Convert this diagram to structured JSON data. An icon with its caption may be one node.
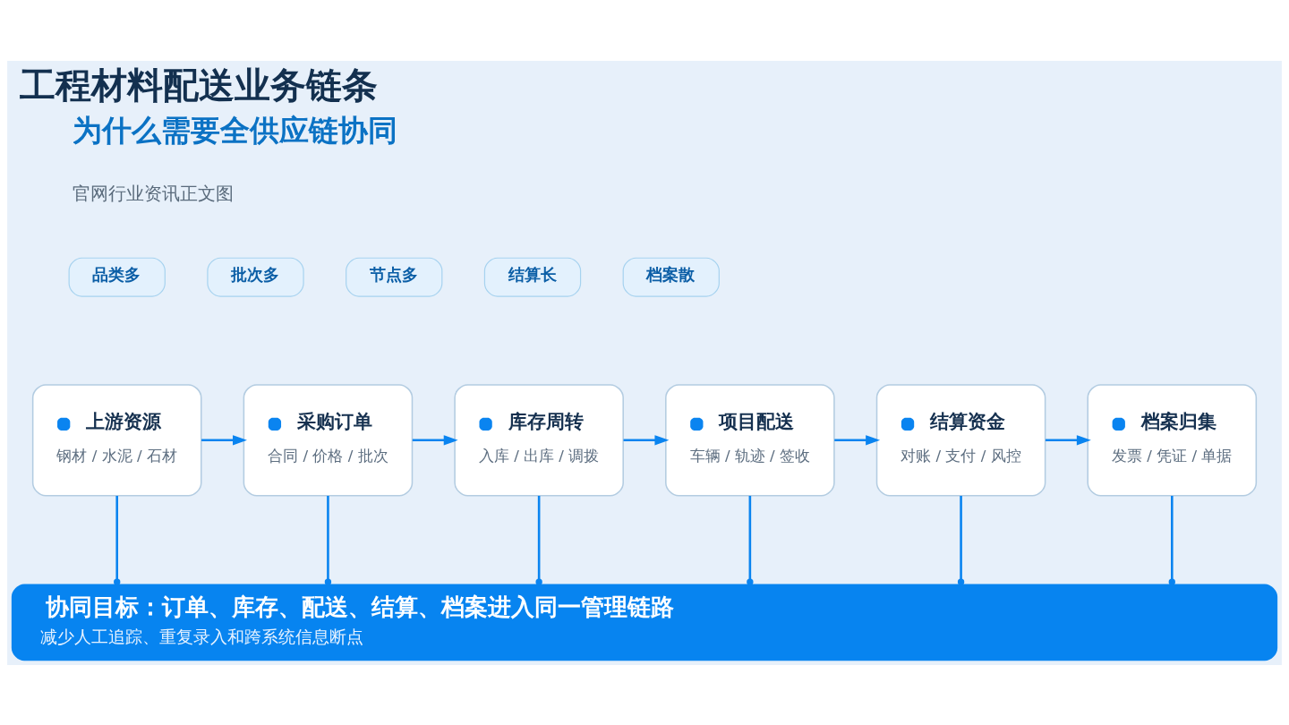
{
  "diagram": {
    "title": "工程材料配送业务链条",
    "nodes": [
      {
        "text": [
          "品类多"
        ]
      },
      {
        "text": [
          "批次多"
        ]
      },
      {
        "text": [
          "节点多"
        ]
      },
      {
        "text": [
          "结算长"
        ]
      },
      {
        "text": [
          "档案散"
        ]
      },
      {
        "text": [
          "上游资源",
          "钢材 / 水泥 / 石材"
        ]
      },
      {
        "text": [
          "采购订单",
          "合同 / 价格 / 批次"
        ]
      },
      {
        "text": [
          "库存周转",
          "入库 / 出库 / 调拨"
        ]
      },
      {
        "text": [
          "项目配送",
          "车辆 / 轨迹 / 签收"
        ]
      },
      {
        "text": [
          "结算资金",
          "对账 / 支付 / 风控"
        ]
      },
      {
        "text": [
          "档案归集",
          "发票 / 凭证 / 单据"
        ]
      },
      {
        "text": [
          "协同目标：订单、库存、配送、结算、档案进入同一管理链路",
          "减少人工追踪、重复录入和跨系统信息断点"
        ]
      }
    ],
    "edges": [
      {
        "from": 5,
        "to": 6,
        "arrow": "to"
      },
      {
        "from": 6,
        "to": 7,
        "arrow": "to"
      },
      {
        "from": 7,
        "to": 8,
        "arrow": "to"
      },
      {
        "from": 8,
        "to": 9,
        "arrow": "to"
      },
      {
        "from": 9,
        "to": 10,
        "arrow": "to"
      },
      {
        "from": 5,
        "to": 11,
        "arrow": "other"
      },
      {
        "from": 6,
        "to": 11,
        "arrow": "other"
      },
      {
        "from": 7,
        "to": 11,
        "arrow": "other"
      },
      {
        "from": 8,
        "to": 11,
        "arrow": "other"
      },
      {
        "from": 9,
        "to": 11,
        "arrow": "other"
      },
      {
        "from": 10,
        "to": 11,
        "arrow": "other"
      }
    ],
    "labels": [
      "为什么需要全供应链协同",
      "官网行业资讯正文图"
    ]
  }
}
